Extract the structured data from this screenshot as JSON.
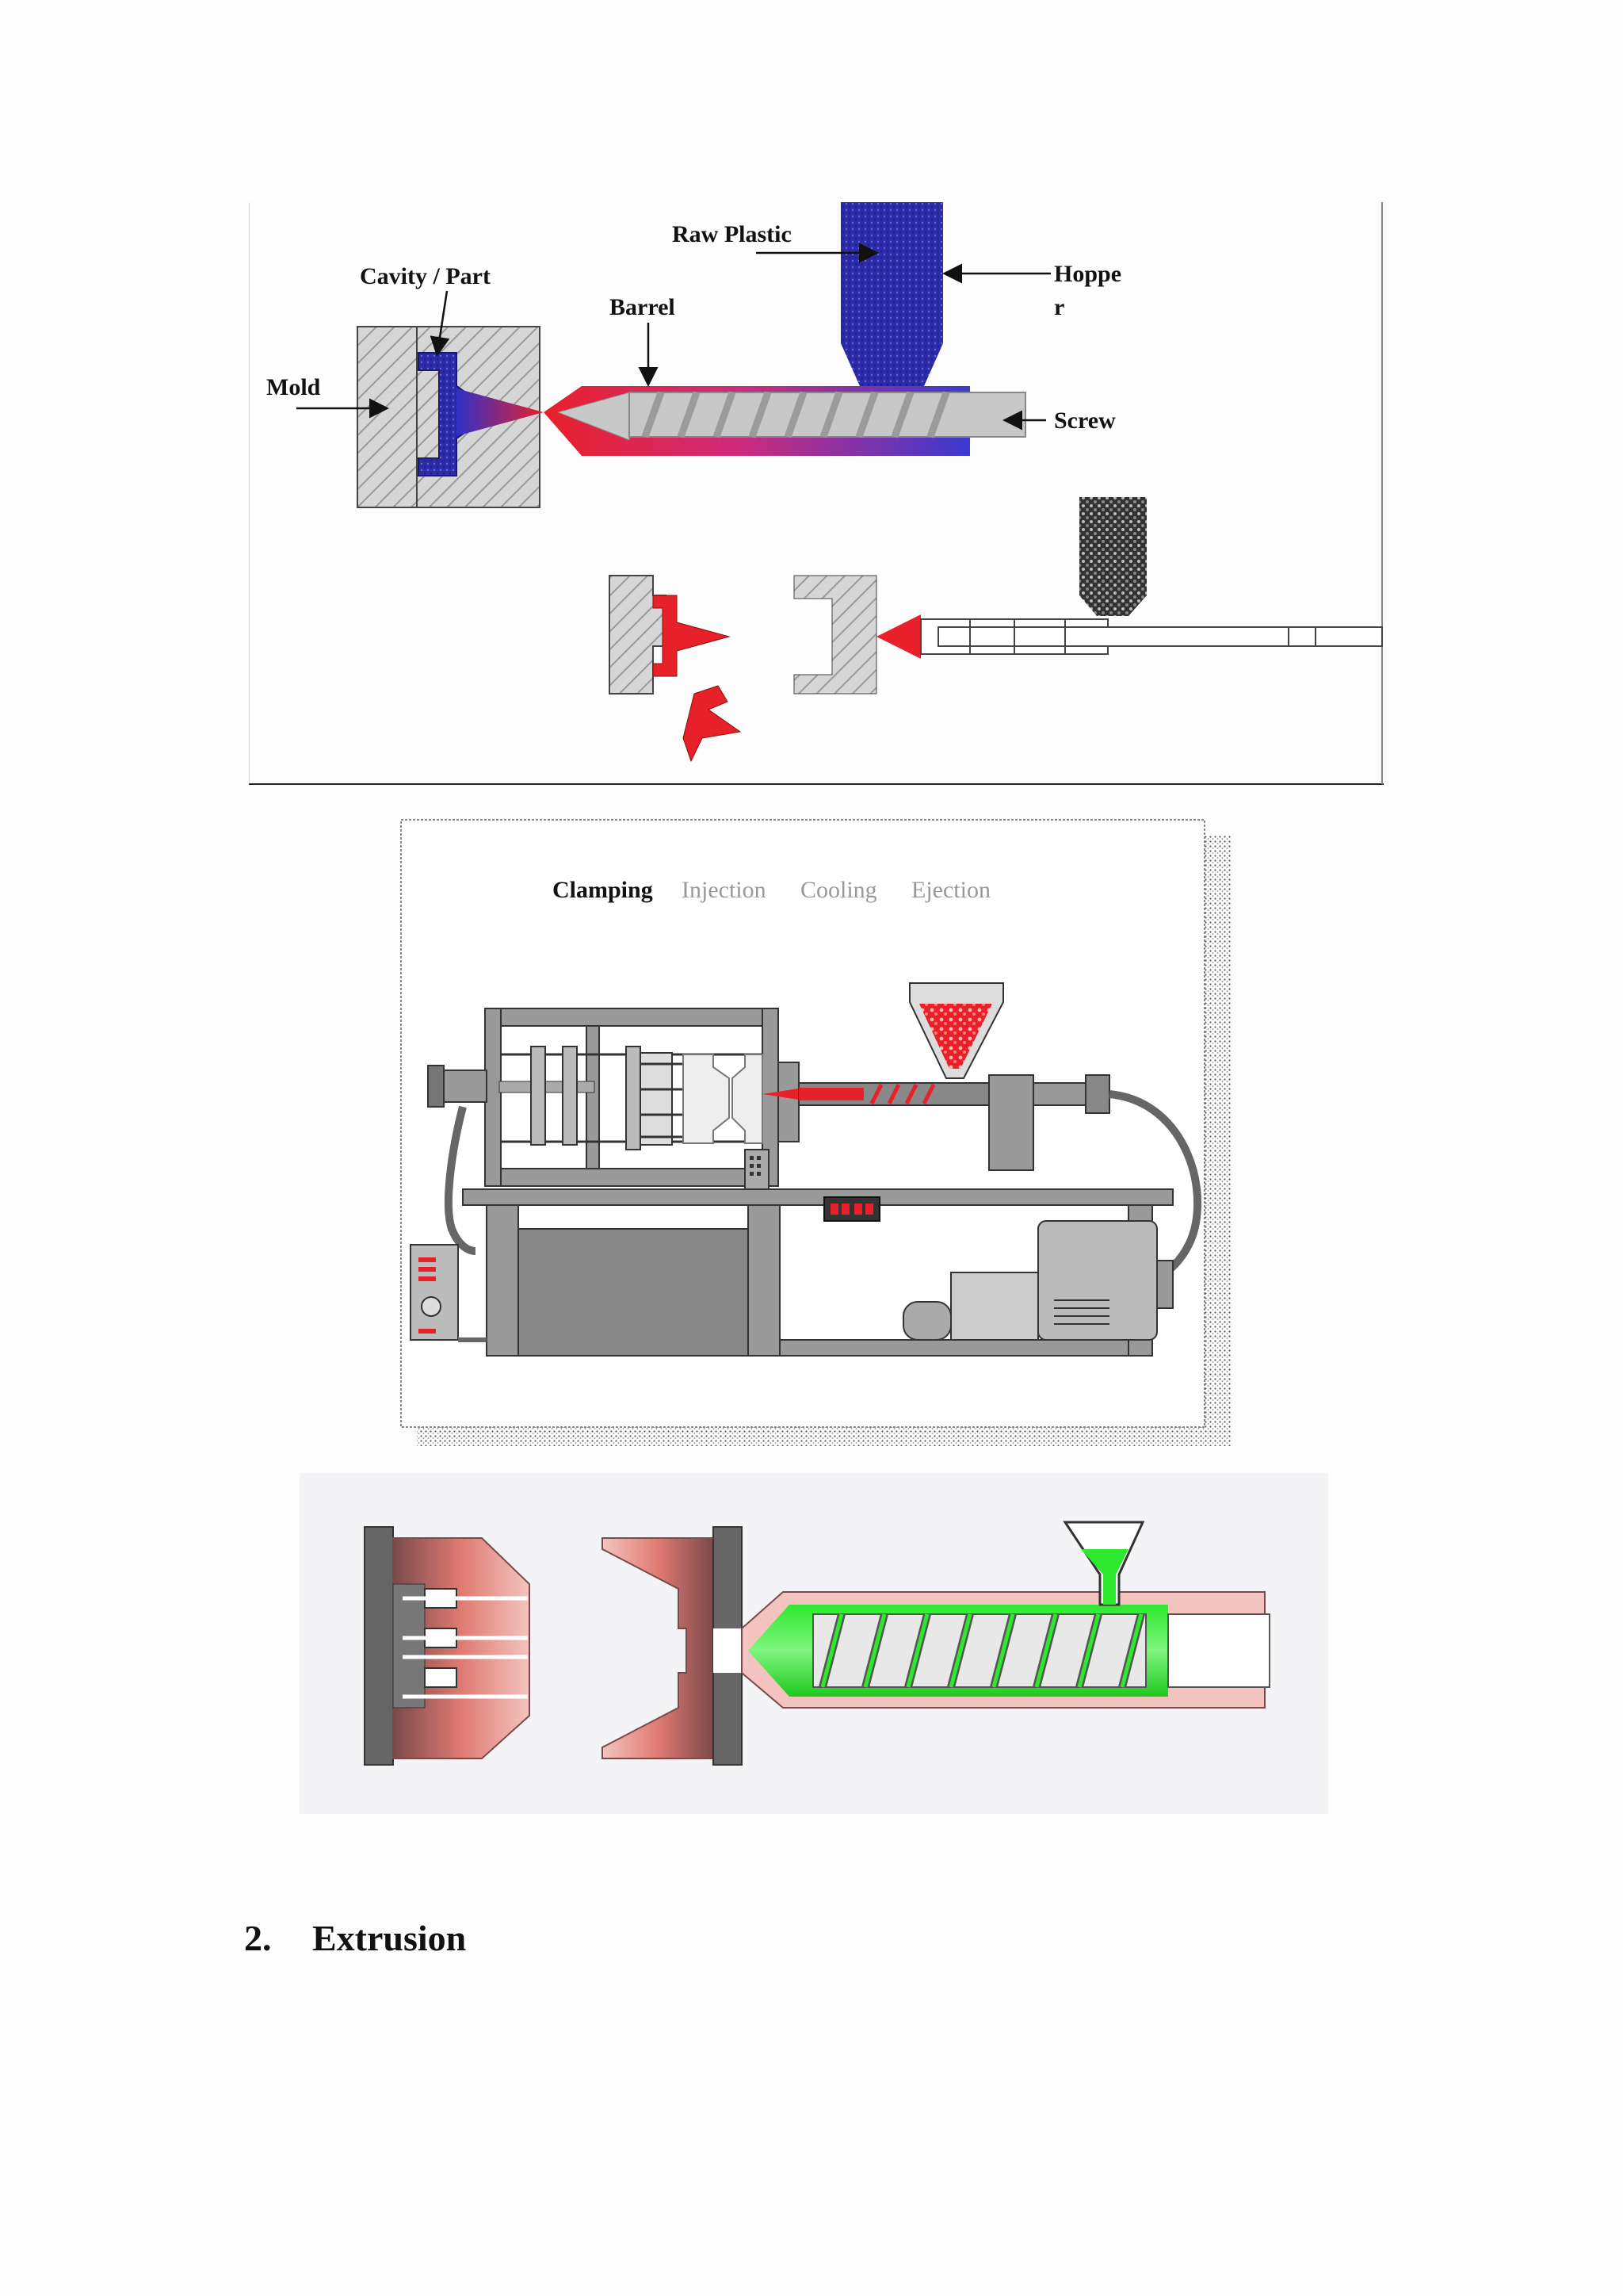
{
  "figure1": {
    "labels": {
      "raw_plastic": "Raw Plastic",
      "cavity_part": "Cavity / Part",
      "barrel": "Barrel",
      "hopper_line1": "Hoppe",
      "hopper_line2": "r",
      "mold": "Mold",
      "screw": "Screw"
    }
  },
  "figure2": {
    "tabs": [
      {
        "label": "Clamping",
        "active": true
      },
      {
        "label": "Injection",
        "active": false
      },
      {
        "label": "Cooling",
        "active": false
      },
      {
        "label": "Ejection",
        "active": false
      }
    ]
  },
  "section": {
    "number": "2.",
    "title": "Extrusion"
  },
  "colors": {
    "mold_blue": "#2b2ba8",
    "melt_red": "#e8202a",
    "melt_green": "#2ee82e",
    "mold_pink": "#e07a72"
  }
}
